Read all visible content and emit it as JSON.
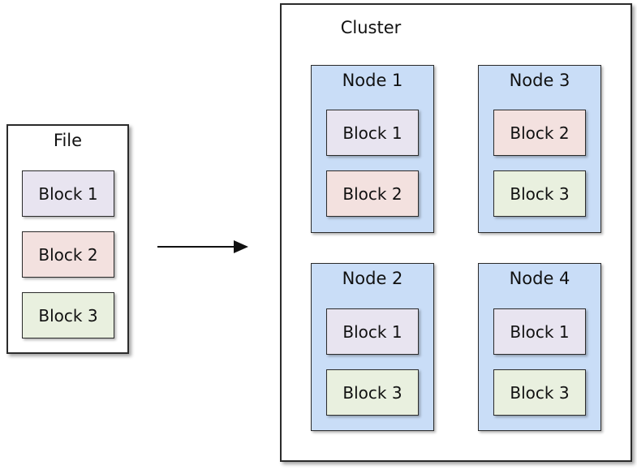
{
  "colors": {
    "node_fill": "#c9ddf7",
    "block1_fill": "#e8e4f0",
    "block2_fill": "#f3e1df",
    "block3_fill": "#e9f0df"
  },
  "file": {
    "title": "File",
    "blocks": [
      "Block 1",
      "Block 2",
      "Block 3"
    ]
  },
  "cluster": {
    "title": "Cluster",
    "nodes": [
      {
        "name": "Node 1",
        "blocks": [
          "Block 1",
          "Block 2"
        ]
      },
      {
        "name": "Node 3",
        "blocks": [
          "Block 2",
          "Block 3"
        ]
      },
      {
        "name": "Node 2",
        "blocks": [
          "Block 1",
          "Block 3"
        ]
      },
      {
        "name": "Node 4",
        "blocks": [
          "Block 1",
          "Block 3"
        ]
      }
    ]
  }
}
